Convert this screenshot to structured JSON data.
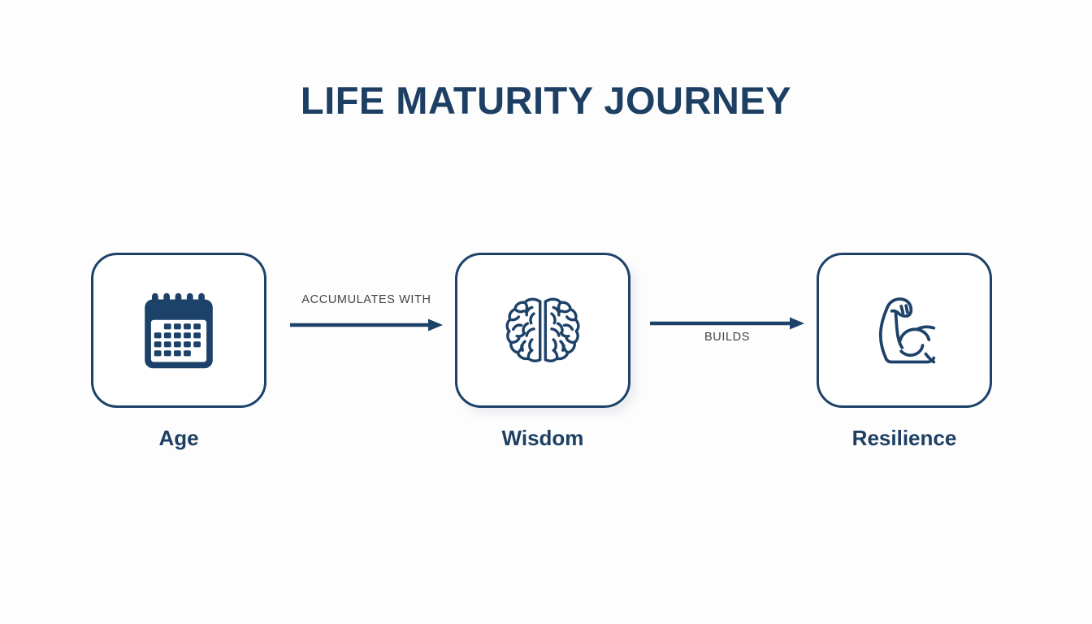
{
  "title": "LIFE MATURITY JOURNEY",
  "colors": {
    "navy": "#1d3f63",
    "border_navy": "#1d4269",
    "label_gray": "#444444",
    "background": "#fdfdfe"
  },
  "nodes": [
    {
      "id": "age",
      "label": "Age",
      "icon": "calendar-icon"
    },
    {
      "id": "wisdom",
      "label": "Wisdom",
      "icon": "brain-icon"
    },
    {
      "id": "resilience",
      "label": "Resilience",
      "icon": "flexed-bicep-icon"
    }
  ],
  "connectors": [
    {
      "id": "age-wisdom",
      "label": "ACCUMULATES WITH",
      "from": "age",
      "to": "wisdom",
      "label_position": "above"
    },
    {
      "id": "wisdom-resilience",
      "label": "BUILDS",
      "from": "wisdom",
      "to": "resilience",
      "label_position": "below"
    }
  ],
  "chart_data": {
    "type": "diagram",
    "title": "LIFE MATURITY JOURNEY",
    "layout": "horizontal-flow",
    "nodes": [
      "Age",
      "Wisdom",
      "Resilience"
    ],
    "edges": [
      {
        "source": "Age",
        "target": "Wisdom",
        "label": "ACCUMULATES WITH"
      },
      {
        "source": "Wisdom",
        "target": "Resilience",
        "label": "BUILDS"
      }
    ]
  }
}
